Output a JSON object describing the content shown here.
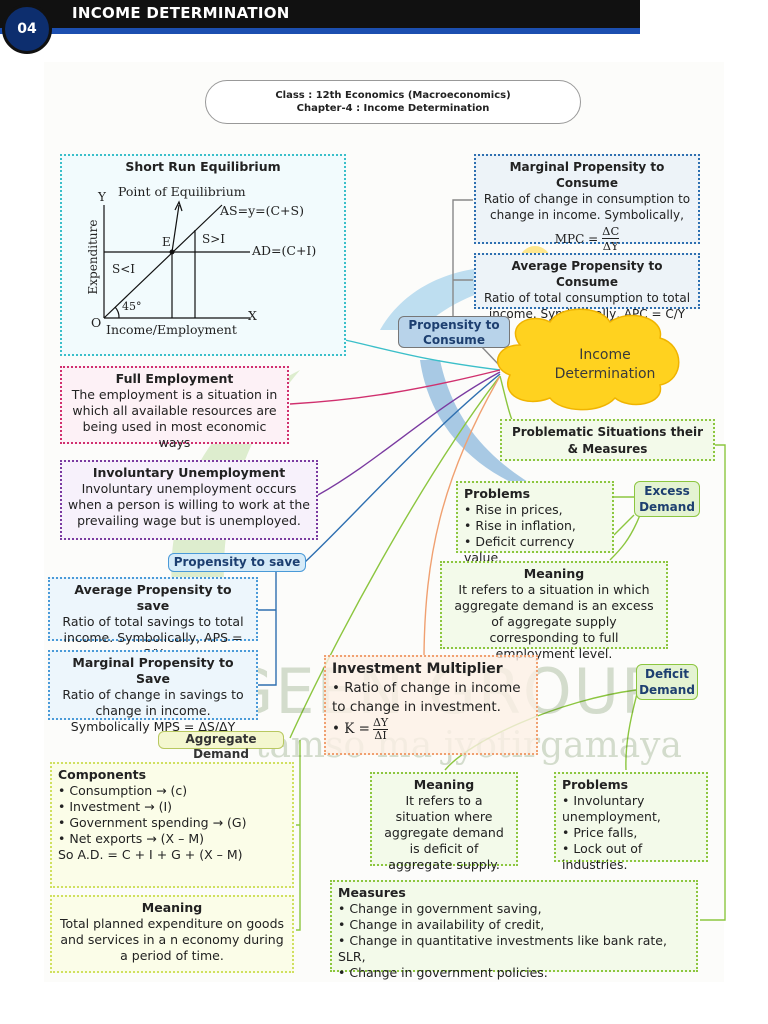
{
  "header": {
    "badge": "04",
    "title": "INCOME DETERMINATION"
  },
  "class_box": {
    "line1": "Class : 12th Economics (Macroeconomics)",
    "line2": "Chapter-4 : Income Determination"
  },
  "center": {
    "title": "Income Determination"
  },
  "equilibrium": {
    "title": "Short Run Equilibrium",
    "point_label": "Point of Equilibrium",
    "as_label": "AS=y=(C+S)",
    "ad_label": "AD=(C+I)",
    "e_label": "E",
    "s_gt_i": "S>I",
    "s_lt_i": "S<I",
    "angle": "45°",
    "y_axis": "Y",
    "x_axis": "X",
    "origin": "O",
    "ylabel": "Expenditure",
    "xlabel": "Income/Employment"
  },
  "mpc": {
    "title": "Marginal Propensity to Consume",
    "text": "Ratio of change in consumption to change in income. Symbolically,",
    "formula_lhs": "MPC =",
    "num": "ΔC",
    "den": "ΔY"
  },
  "apc": {
    "title": "Average Propensity to Consume",
    "text": "Ratio of total consumption to total income. Symbolically, APC = C/Y"
  },
  "ptc": {
    "label": "Propensity to Consume"
  },
  "full_employment": {
    "title": "Full Employment",
    "text": "The employment is a situation in which all available resources are being used in most economic ways"
  },
  "involuntary": {
    "title": "Involuntary Unemployment",
    "text": "Involuntary unemployment occurs when a person is willing to work at the prevailing wage but is unemployed."
  },
  "pts": {
    "label": "Propensity to save"
  },
  "aps": {
    "title": "Average Propensity to save",
    "text": "Ratio of total savings to total income. Symbolically, APS = S/Y"
  },
  "mps": {
    "title": "Marginal Propensity to Save",
    "text": "Ratio of change in savings to change in income. Symbolically MPS = ΔS/ΔY"
  },
  "ad": {
    "label": "Aggregate Demand"
  },
  "components": {
    "title": "Components",
    "items": [
      "• Consumption → (c)",
      "• Investment → (I)",
      "• Government spending → (G)",
      "• Net exports → (X – M)",
      "So A.D. = C + I + G + (X – M)"
    ]
  },
  "ad_meaning": {
    "title": "Meaning",
    "text": "Total planned expenditure on goods and services in a n economy during a period of time."
  },
  "problematic": {
    "title": "Problematic Situations their & Measures"
  },
  "excess": {
    "label": "Excess Demand"
  },
  "excess_problems": {
    "title": "Problems",
    "items": [
      "• Rise in prices,",
      "• Rise in inflation,",
      "• Deficit currency value."
    ]
  },
  "excess_meaning": {
    "title": "Meaning",
    "text": "It refers to a situation in which aggregate demand is an excess of aggregate supply corresponding to full employment level."
  },
  "multiplier": {
    "title": "Investment Multiplier",
    "text": "• Ratio of change in income to change in investment.",
    "formula_lhs": "• K =",
    "num": "ΔY",
    "den": "ΔI"
  },
  "deficit": {
    "label": "Deficit Demand"
  },
  "deficit_meaning": {
    "title": "Meaning",
    "text": "It refers to a situation where aggregate demand is deficit of aggregate supply."
  },
  "deficit_problems": {
    "title": "Problems",
    "items": [
      "• Involuntary unemployment,",
      "• Price falls,",
      "• Lock out of industries."
    ]
  },
  "measures": {
    "title": "Measures",
    "items": [
      "• Change in government saving,",
      "• Change in availability of credit,",
      "• Change in quantitative investments like bank rate, SLR,",
      "• Change in government policies."
    ]
  },
  "watermark": {
    "line1": "PRAGEEN GROUP",
    "line2": "tamso ma jyotirgamaya"
  },
  "colors": {
    "teal": "#3bbfc9",
    "blue_dot": "#2e6fb0",
    "magenta": "#d0306e",
    "purple": "#7a3aa0",
    "green": "#8cc63f",
    "orange": "#f0a070",
    "cloud": "#ffd21f"
  }
}
